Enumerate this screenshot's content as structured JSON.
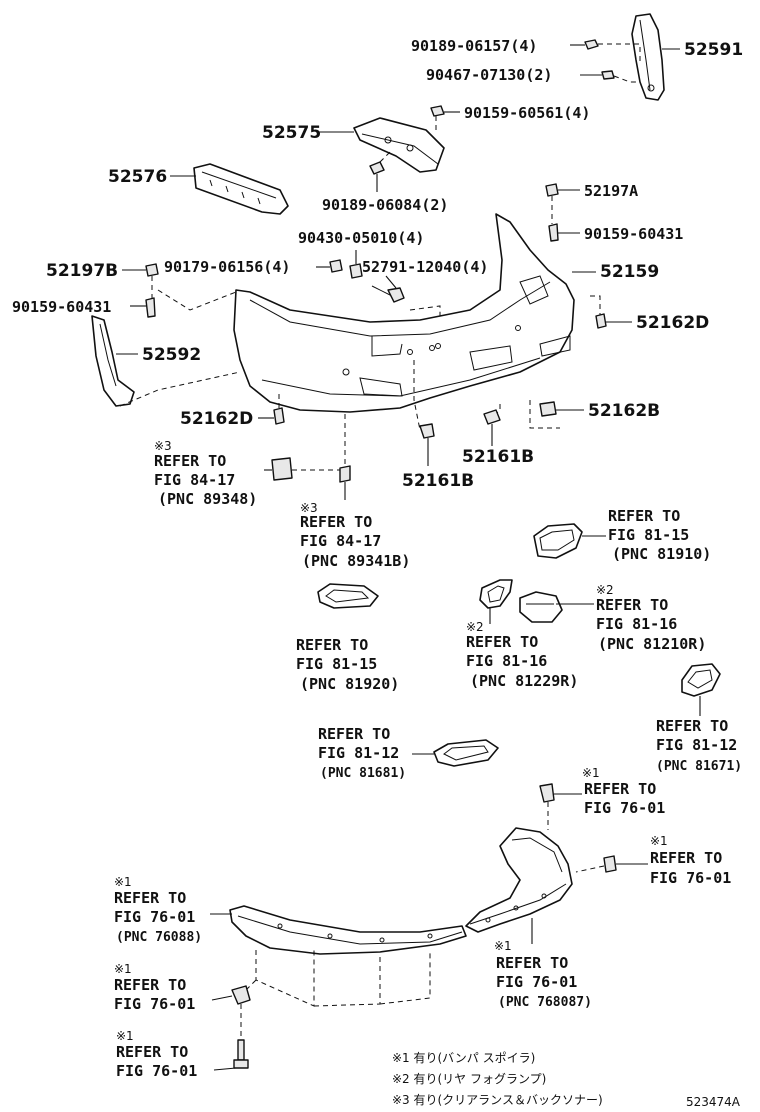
{
  "labels": {
    "p52591": "52591",
    "p90189_06157": "90189-06157(4)",
    "p90467_07130": "90467-07130(2)",
    "p90159_60561": "90159-60561(4)",
    "p52575": "52575",
    "p52576": "52576",
    "p90189_06084": "90189-06084(2)",
    "p52197A": "52197A",
    "p90159_60431_r": "90159-60431",
    "p90430_05010": "90430-05010(4)",
    "p52197B": "52197B",
    "p90179_06156": "90179-06156(4)",
    "p52791_12040": "52791-12040(4)",
    "p52159": "52159",
    "p90159_60431_l": "90159-60431",
    "p52162D_r": "52162D",
    "p52592": "52592",
    "p52162D_l": "52162D",
    "p52162B": "52162B",
    "p52161B_a": "52161B",
    "p52161B_b": "52161B"
  },
  "refs": {
    "r1": {
      "mark": "※3",
      "line1": "REFER TO",
      "line2": "FIG 84-17",
      "line3": "(PNC 89348)"
    },
    "r2": {
      "mark": "※3",
      "line1": "REFER TO",
      "line2": "FIG 84-17",
      "line3": "(PNC 89341B)"
    },
    "r3": {
      "line1": "REFER TO",
      "line2": "FIG 81-15",
      "line3": "(PNC 81910)"
    },
    "r4": {
      "mark": "※2",
      "line1": "REFER TO",
      "line2": "FIG 81-16",
      "line3": "(PNC 81210R)"
    },
    "r5": {
      "mark": "※2",
      "line1": "REFER TO",
      "line2": "FIG 81-16",
      "line3": "(PNC 81229R)"
    },
    "r6": {
      "line1": "REFER TO",
      "line2": "FIG 81-15",
      "line3": "(PNC 81920)"
    },
    "r7": {
      "line1": "REFER TO",
      "line2": "FIG 81-12",
      "line3": "(PNC 81681)"
    },
    "r8": {
      "line1": "REFER TO",
      "line2": "FIG 81-12",
      "line3": "(PNC 81671)"
    },
    "r9": {
      "mark": "※1",
      "line1": "REFER TO",
      "line2": "FIG 76-01"
    },
    "r10": {
      "mark": "※1",
      "line1": "REFER TO",
      "line2": "FIG 76-01"
    },
    "r11": {
      "mark": "※1",
      "line1": "REFER TO",
      "line2": "FIG 76-01",
      "line3": "(PNC 76088)"
    },
    "r12": {
      "mark": "※1",
      "line1": "REFER TO",
      "line2": "FIG 76-01",
      "line3": "(PNC 768087)"
    },
    "r13": {
      "mark": "※1",
      "line1": "REFER TO",
      "line2": "FIG 76-01"
    },
    "r14": {
      "mark": "※1",
      "line1": "REFER TO",
      "line2": "FIG 76-01"
    }
  },
  "legend": {
    "n1": "※1 有り(バンパ スポイラ)",
    "n2": "※2 有り(リヤ フォグランプ)",
    "n3": "※3 有り(クリアランス＆バックソナー)"
  },
  "diagram_id": "523474A"
}
